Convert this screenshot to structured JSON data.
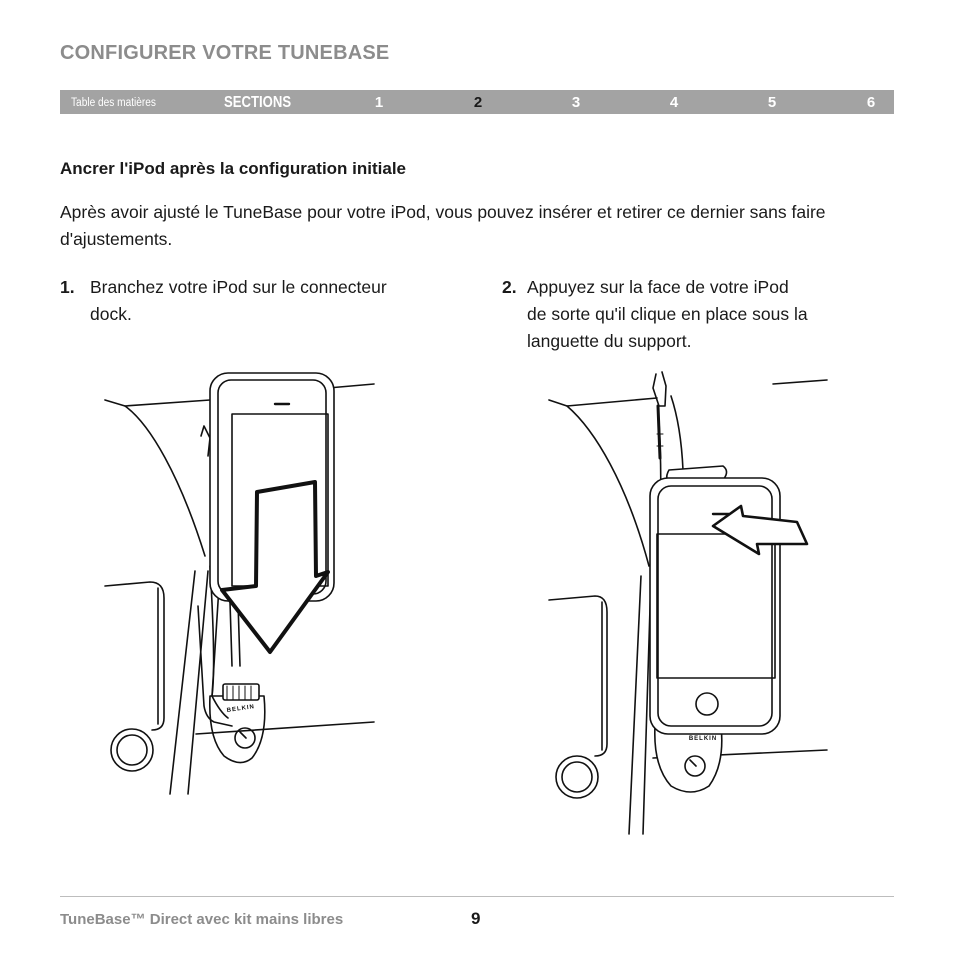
{
  "header": {
    "title": "CONFIGURER VOTRE TUNEBASE"
  },
  "nav": {
    "toc_label": "Table des matières",
    "sections_label": "SECTIONS",
    "sections": [
      "1",
      "2",
      "3",
      "4",
      "5",
      "6"
    ],
    "active_section": "2"
  },
  "content": {
    "heading": "Ancrer l'iPod après la configuration initiale",
    "intro": "Après avoir ajusté le TuneBase pour votre iPod, vous pouvez insérer et retirer ce dernier sans faire d'ajustements.",
    "steps": [
      {
        "number": "1.",
        "line1": "Branchez votre iPod sur le connecteur",
        "line2": "dock.",
        "line3": ""
      },
      {
        "number": "2.",
        "line1": "Appuyez sur la face de votre iPod",
        "line2": "de sorte qu'il clique en place sous la",
        "line3": "languette du support."
      }
    ],
    "figures": [
      {
        "brand_label": "BELKIN"
      },
      {
        "brand_label": "BELKIN"
      }
    ]
  },
  "footer": {
    "product": "TuneBase™ Direct avec kit mains libres",
    "page_number": "9"
  }
}
